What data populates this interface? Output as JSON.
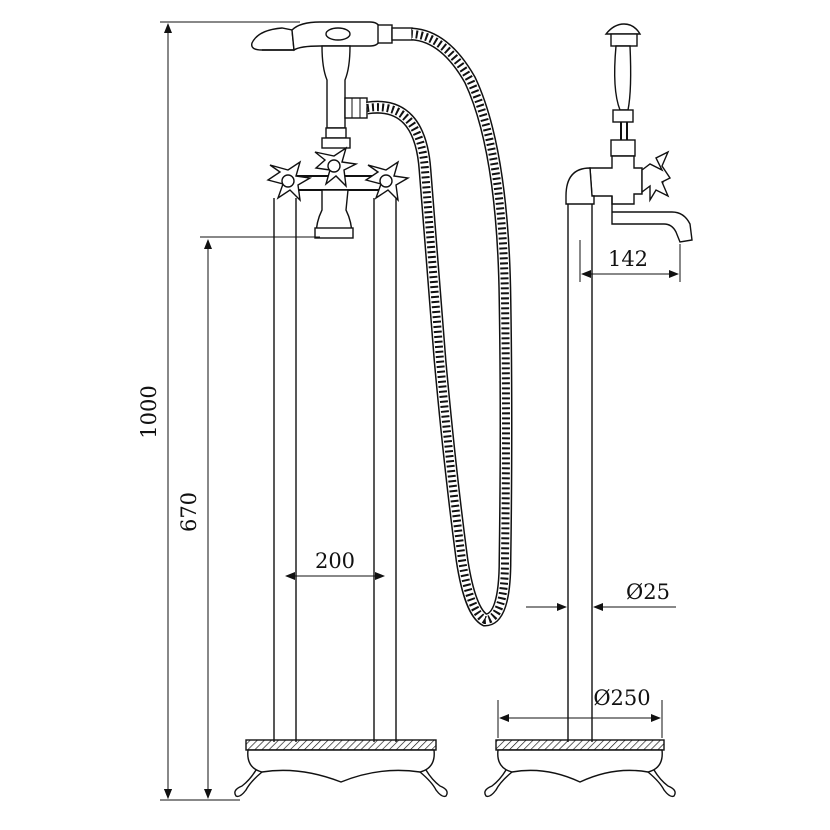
{
  "dimensions": {
    "total_height": "1000",
    "spout_height": "670",
    "handle_spacing": "200",
    "spout_reach": "142",
    "pipe_diameter": "Ø25",
    "base_diameter": "Ø250"
  }
}
